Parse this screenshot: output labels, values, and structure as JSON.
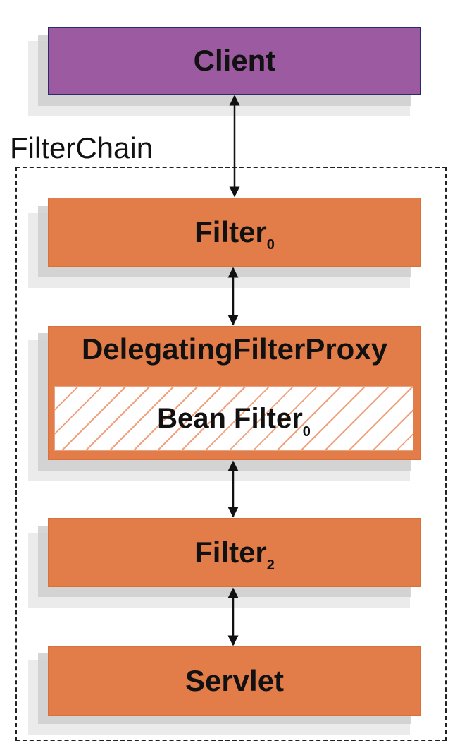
{
  "client_label": "Client",
  "chain_label": "FilterChain",
  "filter0": {
    "name": "Filter",
    "sub": "0"
  },
  "delegating_proxy_label": "DelegatingFilterProxy",
  "bean_filter": {
    "name": "Bean Filter",
    "sub": "0"
  },
  "filter2": {
    "name": "Filter",
    "sub": "2"
  },
  "servlet_label": "Servlet",
  "colors": {
    "client": "#9c5aa0",
    "filter": "#e27d4a",
    "client_border": "#2a2a6a"
  }
}
